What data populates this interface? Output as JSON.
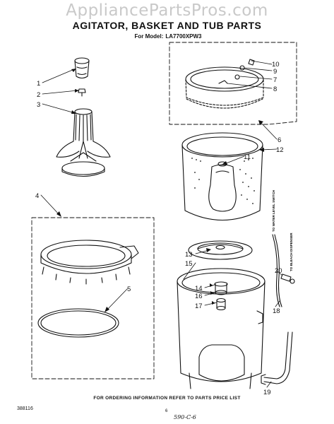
{
  "watermark": "AppliancePartsPros.com",
  "title": "AGITATOR, BASKET AND TUB PARTS",
  "model_label": "For Model:",
  "model_number": "LA7700XPW3",
  "callouts": [
    "1",
    "2",
    "3",
    "4",
    "5",
    "6",
    "7",
    "8",
    "9",
    "10",
    "11",
    "12",
    "13",
    "14",
    "15",
    "16",
    "17",
    "18",
    "19",
    "20"
  ],
  "hose_labels": {
    "water_level": "TO WATER LEVEL SWITCH",
    "dispenser": "TO BLEACH DISPENSER"
  },
  "footer_note": "FOR ORDERING INFORMATION REFER TO PARTS PRICE LIST",
  "doc_code": "388116",
  "page_number": "6",
  "handwritten_note": "590-C-6"
}
